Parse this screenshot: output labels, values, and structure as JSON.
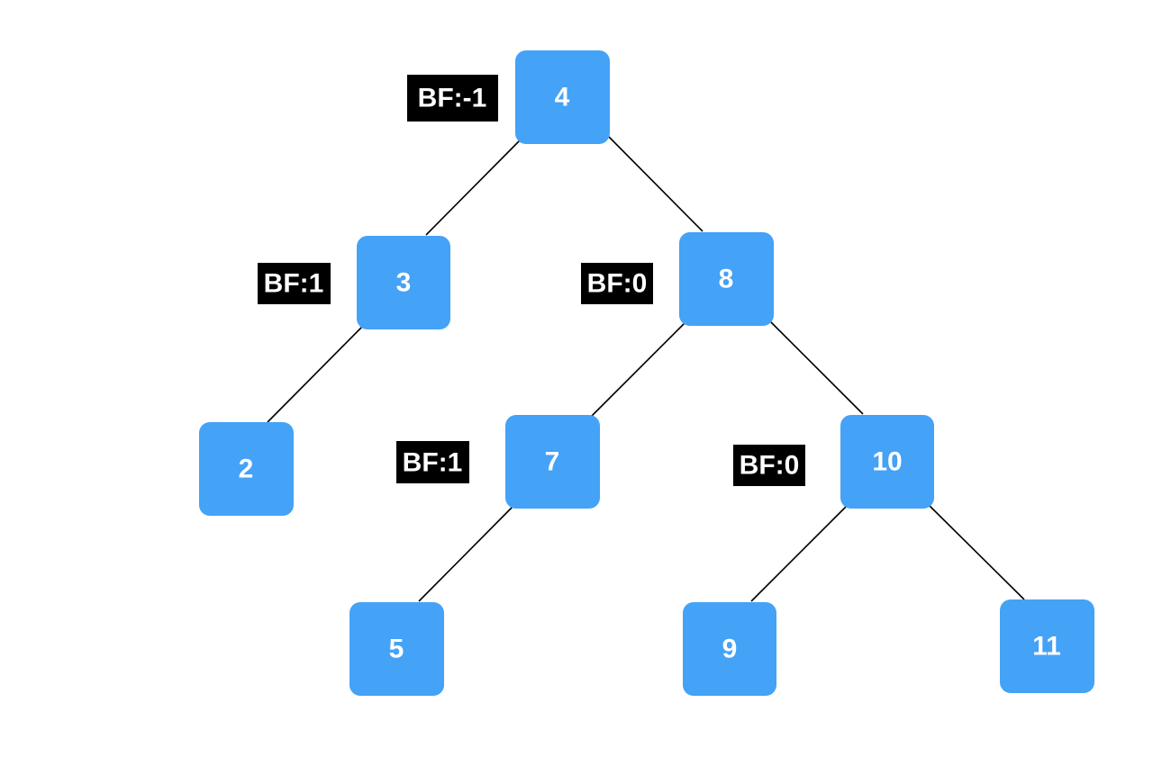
{
  "colors": {
    "node_fill": "#44a2f7",
    "node_text": "#ffffff",
    "label_fill": "#000000",
    "label_text": "#ffffff",
    "edge": "#000000"
  },
  "nodes": [
    {
      "id": "n4",
      "value": "4"
    },
    {
      "id": "n3",
      "value": "3"
    },
    {
      "id": "n8",
      "value": "8"
    },
    {
      "id": "n2",
      "value": "2"
    },
    {
      "id": "n7",
      "value": "7"
    },
    {
      "id": "n10",
      "value": "10"
    },
    {
      "id": "n5",
      "value": "5"
    },
    {
      "id": "n9",
      "value": "9"
    },
    {
      "id": "n11",
      "value": "11"
    }
  ],
  "edges": [
    {
      "from": "n4",
      "to": "n3"
    },
    {
      "from": "n4",
      "to": "n8"
    },
    {
      "from": "n3",
      "to": "n2"
    },
    {
      "from": "n8",
      "to": "n7"
    },
    {
      "from": "n8",
      "to": "n10"
    },
    {
      "from": "n7",
      "to": "n5"
    },
    {
      "from": "n10",
      "to": "n9"
    },
    {
      "from": "n10",
      "to": "n11"
    }
  ],
  "balance_labels": [
    {
      "node": "n4",
      "text": "BF:-1"
    },
    {
      "node": "n3",
      "text": "BF:1"
    },
    {
      "node": "n8",
      "text": "BF:0"
    },
    {
      "node": "n7",
      "text": "BF:1"
    },
    {
      "node": "n10",
      "text": "BF:0"
    }
  ]
}
